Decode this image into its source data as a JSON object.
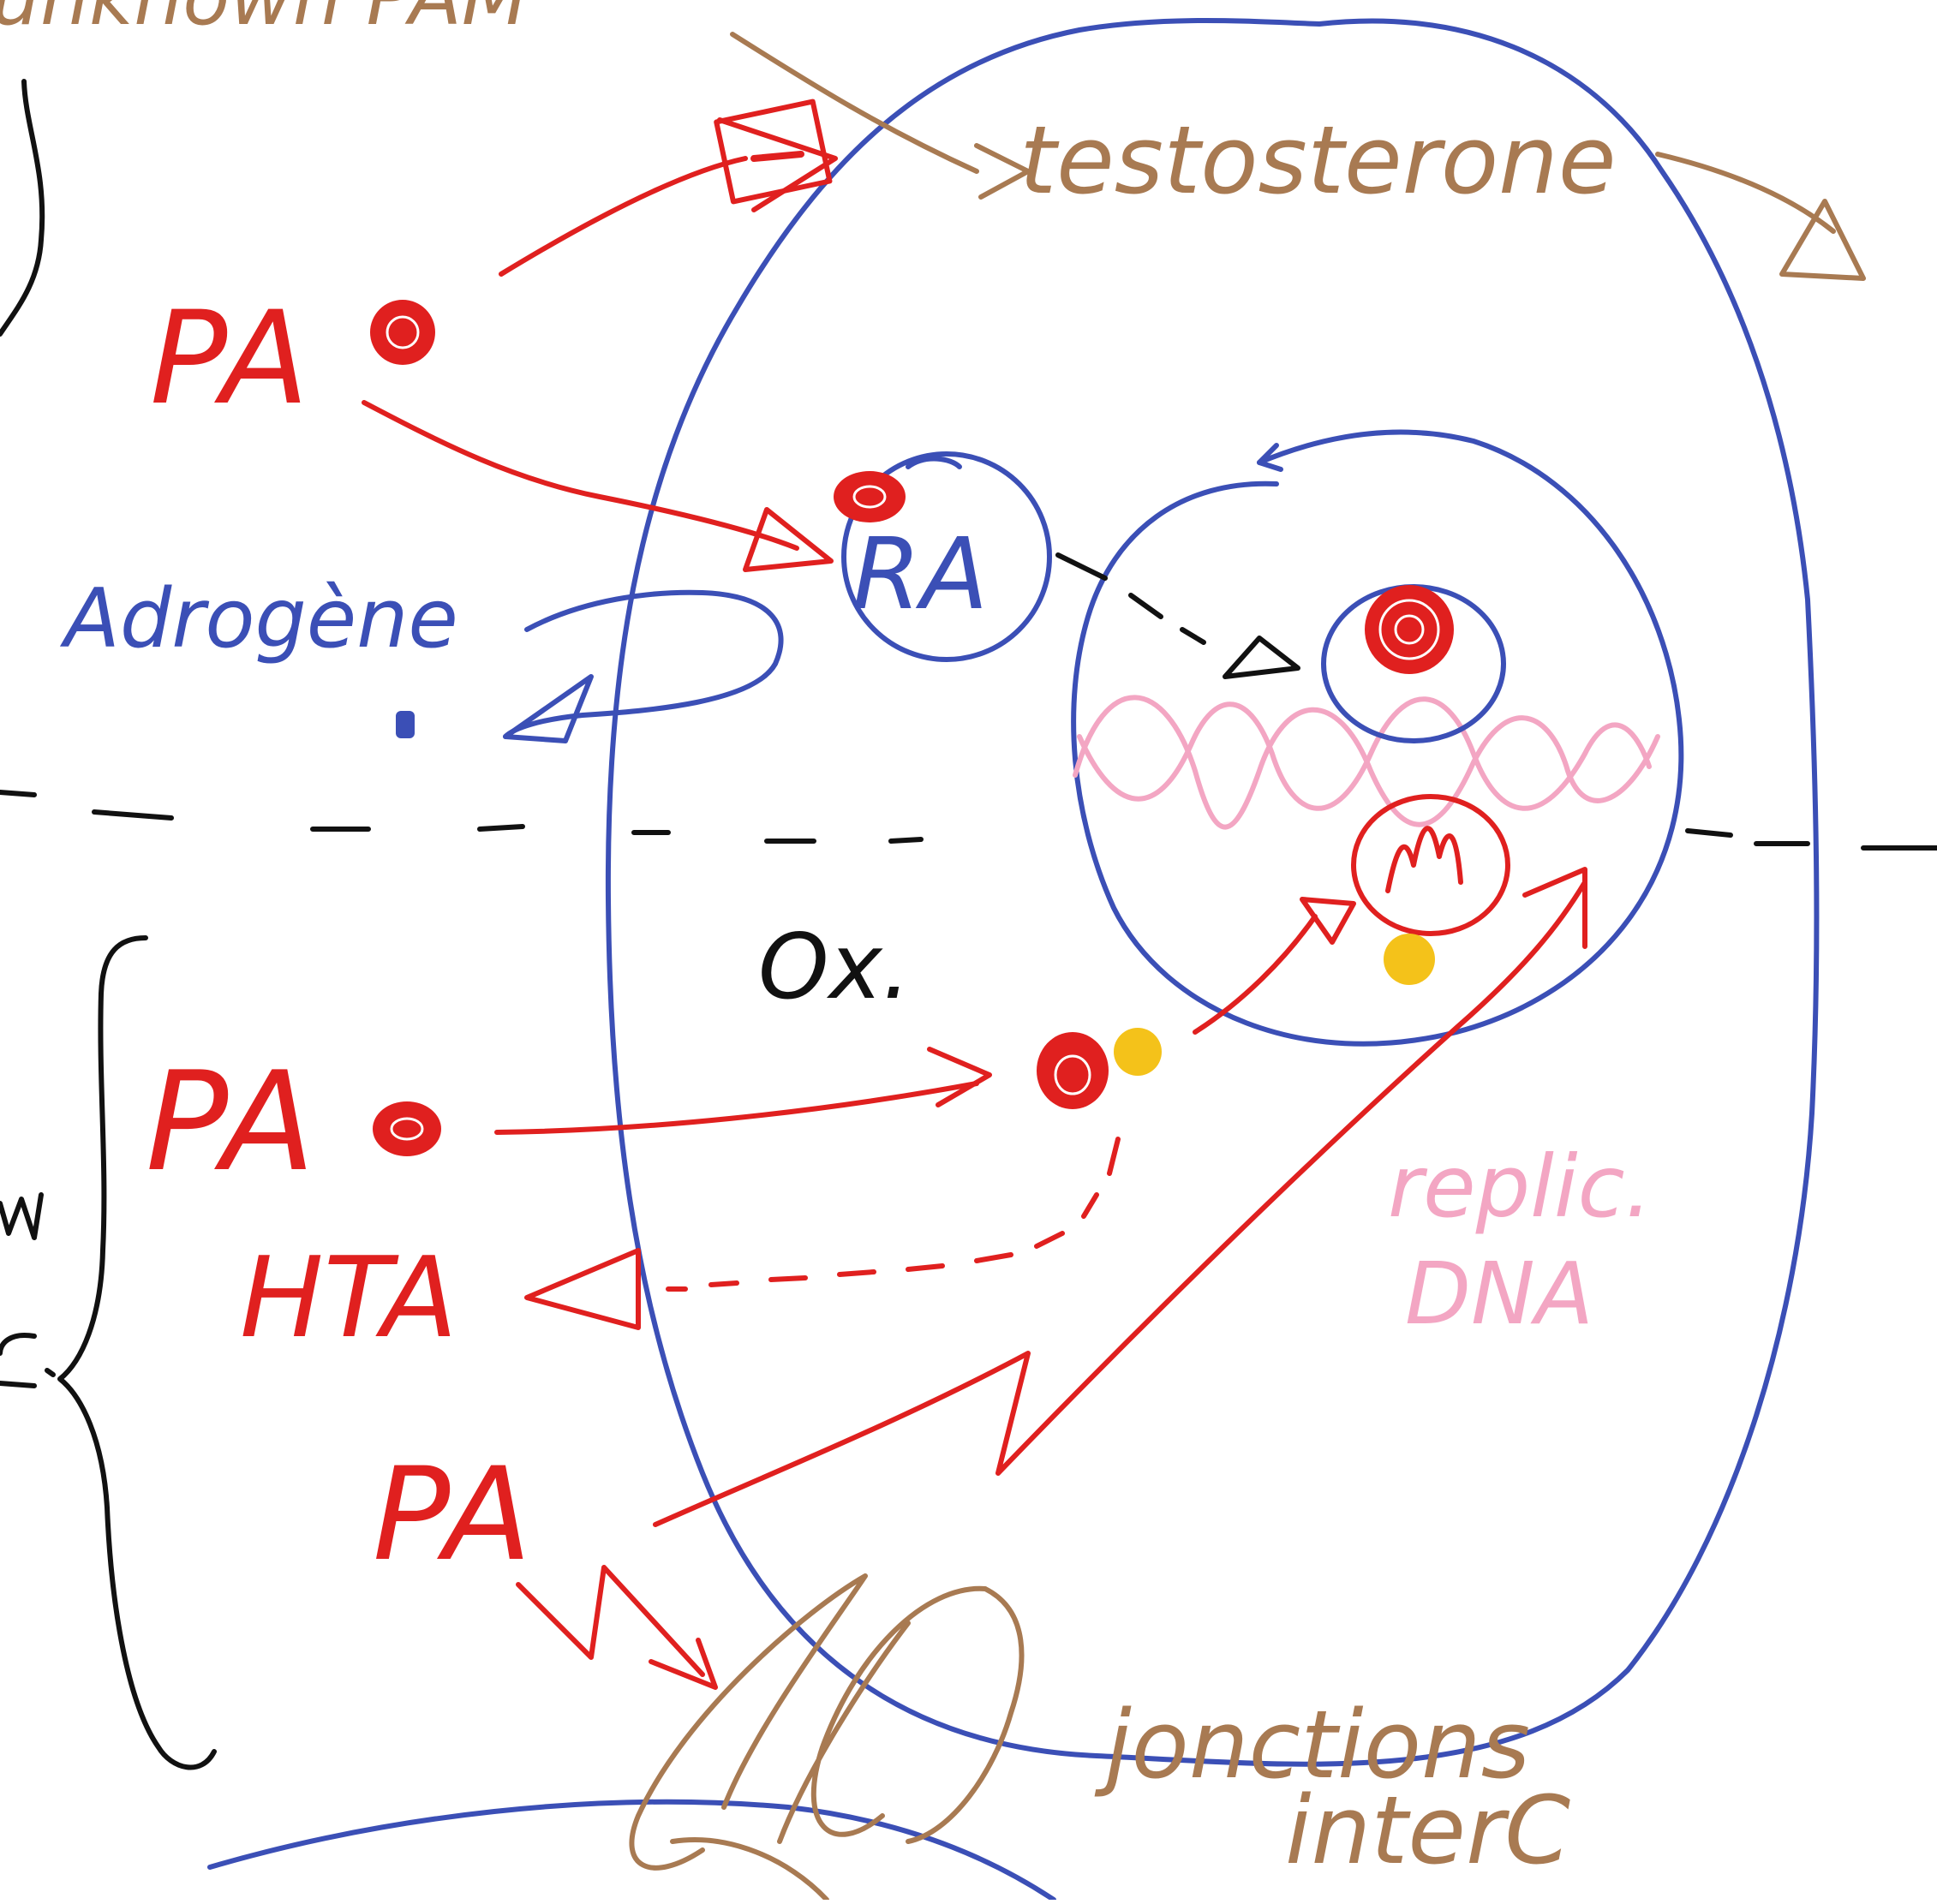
{
  "labels": {
    "pa_top": "PA",
    "pa_mid": "PA",
    "pa_bottom": "PA",
    "hta": "HTA",
    "androgen": "Adrogène",
    "ra": "RA",
    "ox": "Ox.",
    "testosterone": "testosterone",
    "replic_1": "replic.",
    "replic_2": "DNA",
    "jonctions_1": "jonctions",
    "jonctions_2": "interC",
    "top_cut_text": "unknown PAM"
  },
  "colors": {
    "red": "#e0201f",
    "blue": "#3b4fb6",
    "brown": "#a87a52",
    "pink": "#f3a6c3",
    "yellow": "#f4c21a",
    "black": "#111111"
  }
}
